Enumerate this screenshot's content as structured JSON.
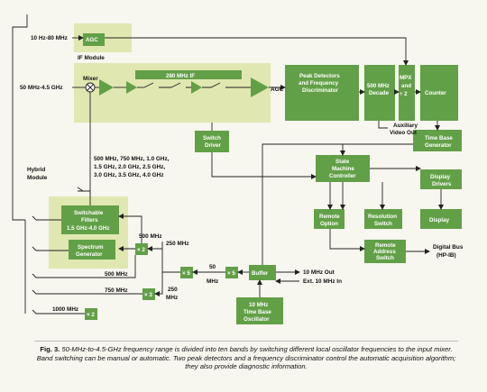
{
  "labels": {
    "in1": "10 Hz-80 MHz",
    "agc1": "AGC",
    "if_module": "IF Module",
    "in2": "50 MHz-4.5 GHz",
    "mixer": "Mixer",
    "if280": "280 MHz IF",
    "agc2": "AGC",
    "peak1": "Peak Detectors",
    "peak2": "and Frequency",
    "peak3": "Discriminator",
    "dec1": "500 MHz",
    "dec2": "Decade",
    "mpx1": "MPX",
    "mpx2": "and",
    "mpx3": "÷ 2",
    "counter": "Counter",
    "aux1": "Auxiliary",
    "aux2": "Video Out",
    "tbg1": "Time Base",
    "tbg2": "Generator",
    "sw1": "Switch",
    "sw2": "Driver",
    "freq1": "500 MHz, 750 MHz, 1.0 GHz,",
    "freq2": "1.5 GHz, 2.0 GHz, 2.5 GHz,",
    "freq3": "3.0 GHz, 3.5 GHz, 4.0 GHz",
    "sm1": "State",
    "sm2": "Machine",
    "sm3": "Controller",
    "dd1": "Display",
    "dd2": "Drivers",
    "hyb1": "Hybrid",
    "hyb2": "Module",
    "sf1": "Switchable",
    "sf2": "Filters",
    "sf3": "1.5 GHz-4.0 GHz",
    "sg1": "Spectrum",
    "sg2": "Generator",
    "ro1": "Remote",
    "ro2": "Option",
    "rs1": "Resolution",
    "rs2": "Switch",
    "display": "Display",
    "ra1": "Remote",
    "ra2": "Address",
    "ra3": "Switch",
    "db1": "Digital Bus",
    "db2": "(HP-IB)",
    "f500a": "500 MHz",
    "f250a": "250 MHz",
    "f500b": "500 MHz",
    "f750": "750 MHz",
    "f1000": "1000 MHz",
    "f250b": "250",
    "f250c": "MHz",
    "f50a": "50",
    "f50b": "MHz",
    "x2a": "× 2",
    "x2b": "× 2",
    "x3": "× 3",
    "x5a": "× 5",
    "x5b": "× 5",
    "buffer": "Buffer",
    "out1": "10 MHz Out",
    "out2": "Ext. 10 MHz In",
    "osc1": "10 MHz",
    "osc2": "Time Base",
    "osc3": "Oscillator"
  },
  "caption": {
    "fig": "Fig. 3.",
    "text": "50-MHz-to-4.5-GHz frequency range is divided into ten bands by switching different local oscillator frequencies to the input mixer. Band switching can be manual or automatic. Two peak detectors and a frequency discriminator control the automatic acquisition algorithm; they also provide diagnostic information."
  },
  "colors": {
    "module_fill": "#e1e7b0",
    "block_fill": "#62a047",
    "line": "#222222"
  }
}
